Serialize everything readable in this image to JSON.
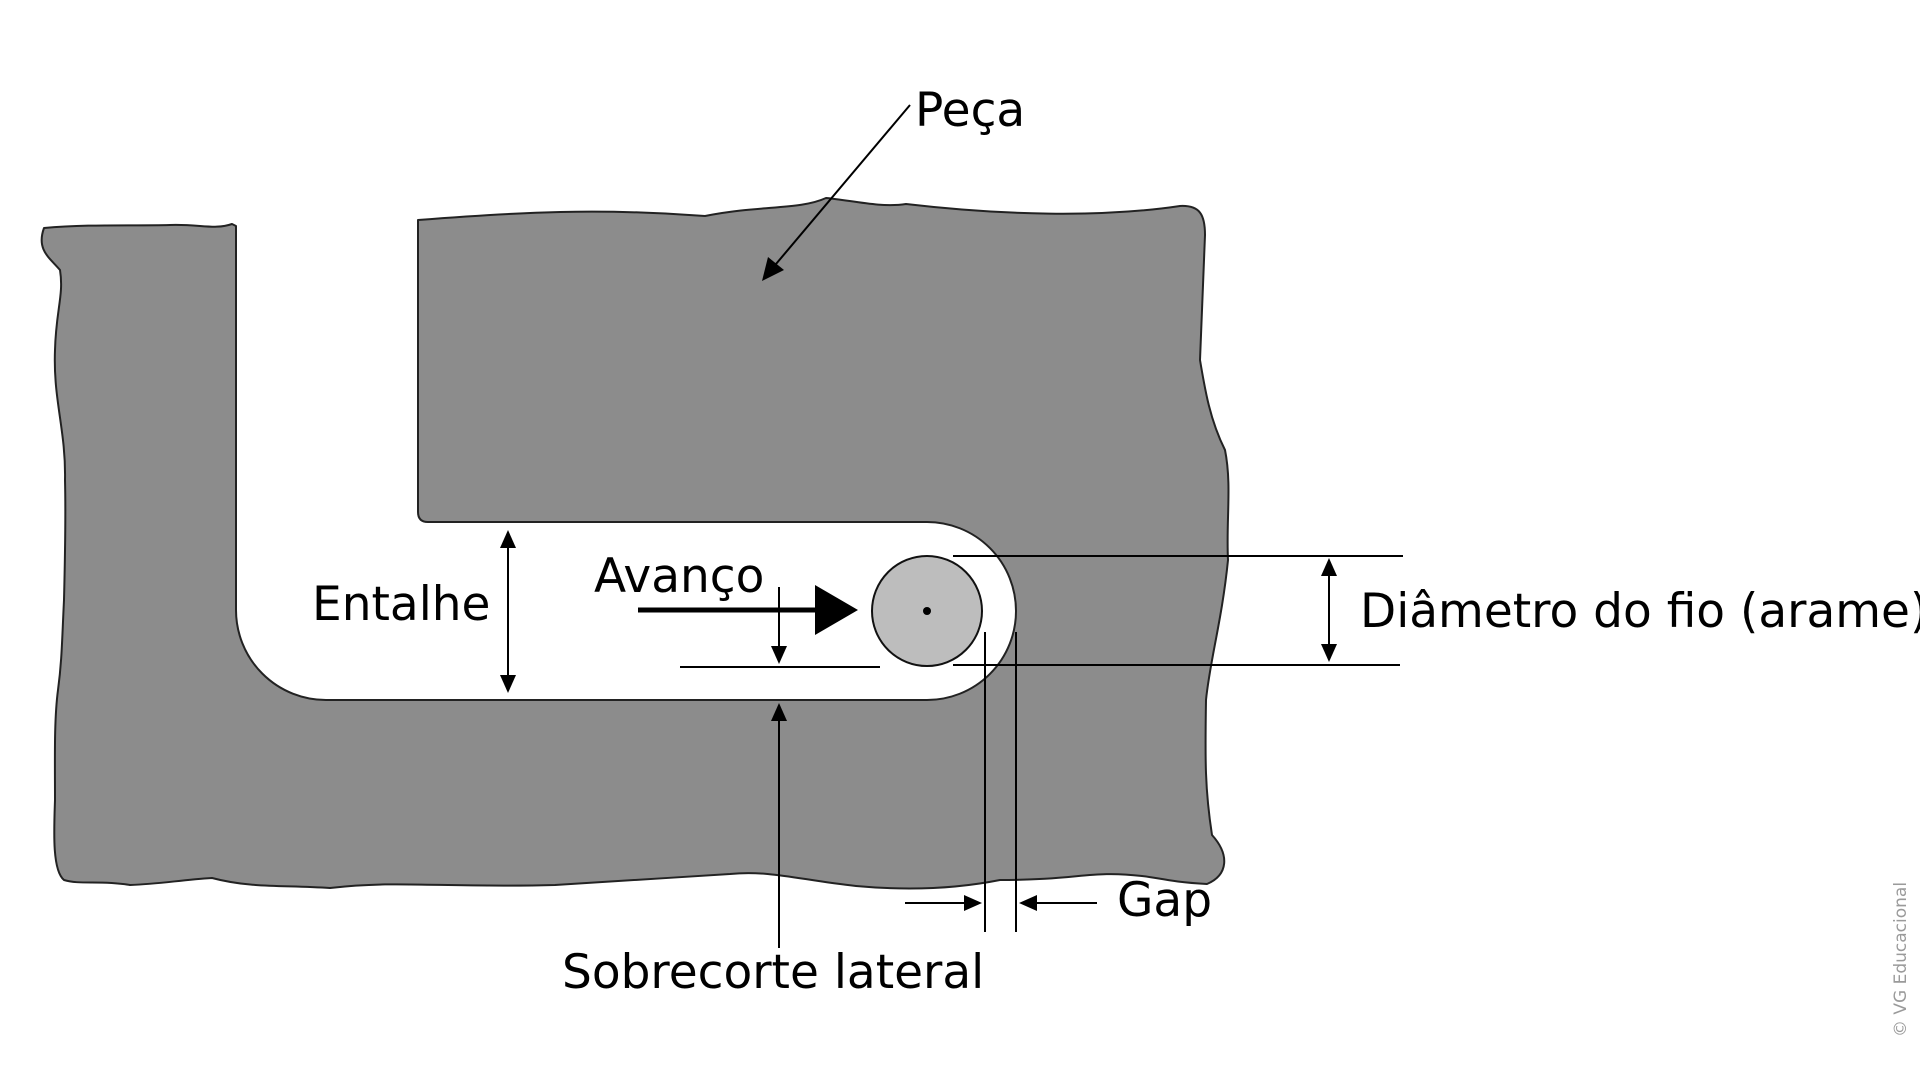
{
  "labels": {
    "part": "Peça",
    "notch": "Entalhe",
    "feed": "Avanço",
    "wire_diameter": "Diâmetro do fio (arame)",
    "gap": "Gap",
    "lateral_overcut": "Sobrecorte lateral"
  },
  "watermark": "© VG Educacional",
  "colors": {
    "workpiece": "#8c8c8c",
    "wire": "#bdbdbd",
    "background": "#ffffff",
    "line": "#000000"
  }
}
